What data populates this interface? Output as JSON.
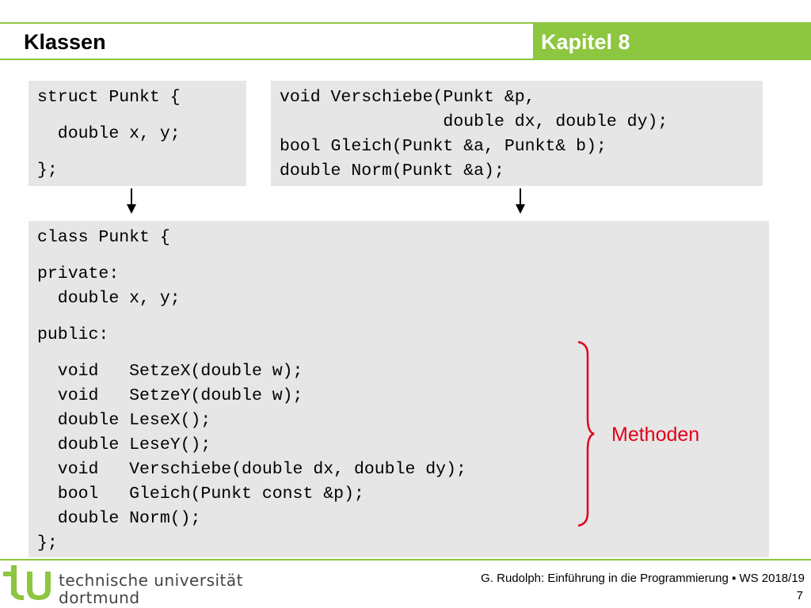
{
  "header": {
    "title": "Klassen",
    "chapter": "Kapitel 8",
    "accent_color": "#8dc63f"
  },
  "code_blocks": {
    "struct_lines": [
      "struct Punkt {",
      "  double x, y;",
      "};"
    ],
    "functions_lines": [
      "void Verschiebe(Punkt &p,",
      "                double dx, double dy);",
      "bool Gleich(Punkt &a, Punkt& b);",
      "double Norm(Punkt &a);"
    ],
    "class_lines": [
      "class Punkt {",
      "private:",
      "  double x, y;",
      "public:",
      "  void   SetzeX(double w);",
      "  void   SetzeY(double w);",
      "  double LeseX();",
      "  double LeseY();",
      "  void   Verschiebe(double dx, double dy);",
      "  bool   Gleich(Punkt const &p);",
      "  double Norm();",
      "};"
    ]
  },
  "annotation": {
    "label": "Methoden",
    "color": "#e3001b"
  },
  "footer": {
    "university_line1": "technische universität",
    "university_line2": "dortmund",
    "credit": "G. Rudolph: Einführung in die Programmierung ▪ WS 2018/19",
    "page_number": "7"
  }
}
